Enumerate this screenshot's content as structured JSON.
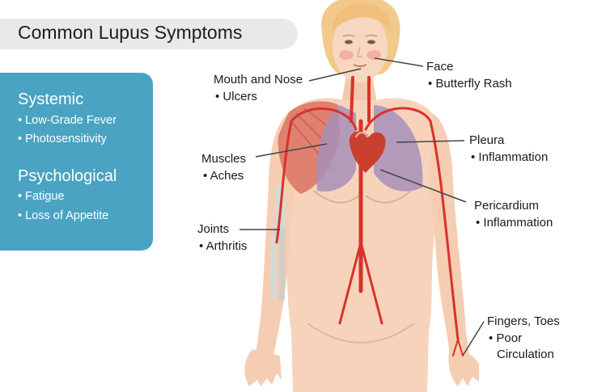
{
  "title": "Common Lupus Symptoms",
  "panel": {
    "groups": [
      {
        "heading": "Systemic",
        "items": [
          "• Low-Grade Fever",
          "• Photosensitivity"
        ]
      },
      {
        "heading": "Psychological",
        "items": [
          "• Fatigue",
          "• Loss of Appetite"
        ]
      }
    ]
  },
  "callouts": {
    "face": {
      "label": "Face",
      "detail": "• Butterfly Rash"
    },
    "mouth": {
      "label": "Mouth and Nose",
      "detail": "• Ulcers"
    },
    "pleura": {
      "label": "Pleura",
      "detail": "• Inflammation"
    },
    "muscles": {
      "label": "Muscles",
      "detail": "• Aches"
    },
    "pericardium": {
      "label": "Pericardium",
      "detail": "• Inflammation"
    },
    "joints": {
      "label": "Joints",
      "detail": "• Arthritis"
    },
    "fingers": {
      "label": "Fingers, Toes",
      "detail_1": "• Poor",
      "detail_2": "Circulation"
    }
  },
  "colors": {
    "panel_bg": "#4aa3c2",
    "title_bg": "#e9e9e9",
    "skin": "#f7d3bb",
    "artery": "#d8322a",
    "lung": "#a78fb8",
    "muscle": "#e0806f",
    "hair": "#f2c98a"
  }
}
